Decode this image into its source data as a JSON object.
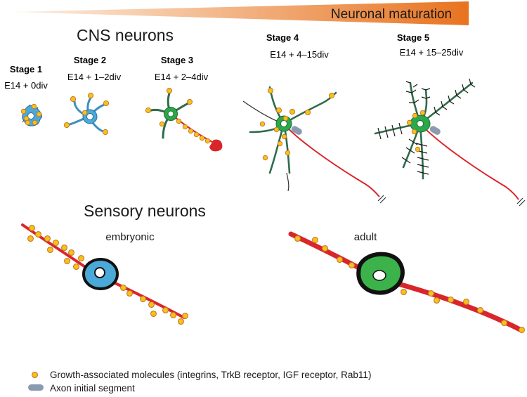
{
  "maturation": {
    "label": "Neuronal maturation"
  },
  "cns": {
    "title": "CNS neurons",
    "stages": [
      {
        "name": "Stage 1",
        "age": "E14 + 0div"
      },
      {
        "name": "Stage 2",
        "age": "E14 + 1–2div"
      },
      {
        "name": "Stage 3",
        "age": "E14 + 2–4div"
      },
      {
        "name": "Stage 4",
        "age": "E14 + 4–15div"
      },
      {
        "name": "Stage 5",
        "age": "E14 + 15–25div"
      }
    ]
  },
  "sensory": {
    "title": "Sensory neurons",
    "embryonic_label": "embryonic",
    "adult_label": "adult"
  },
  "legend": {
    "growth_molecules": "Growth-associated molecules (integrins, TrkB receptor, IGF receptor, Rab11)",
    "axon_initial_segment": "Axon initial segment"
  },
  "colors": {
    "maturation_gradient_start": "#fbe3cc",
    "maturation_gradient_end": "#e8731f",
    "stage1_soma": "#4aa9d8",
    "stage2_soma": "#4aa9d8",
    "stage3_soma": "#2aa84a",
    "mature_soma": "#2aa84a",
    "neurite_blue": "#3b8fbf",
    "neurite_green": "#2f6b4a",
    "axon_red": "#d9262b",
    "growth_molecule": "#f5c21b",
    "growth_molecule_outline": "#c9772a",
    "axon_initial_segment": "#8a9bb0",
    "embryonic_soma": "#4aa9d8",
    "adult_soma": "#3cb34a"
  }
}
